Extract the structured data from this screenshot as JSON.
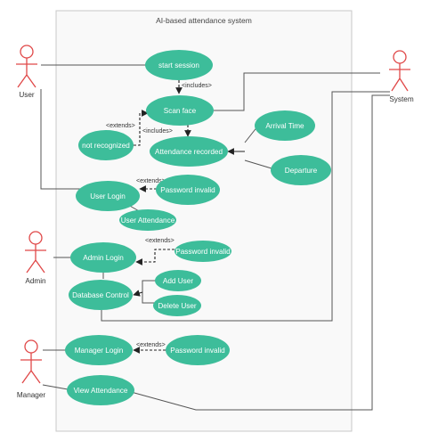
{
  "diagram": {
    "title": "AI-based attendance system",
    "colors": {
      "usecase_fill": "#3dbd9a",
      "actor_stroke": "#e04848",
      "line": "#555555",
      "boundary": "#c8c8c8"
    },
    "actors": {
      "user": "User",
      "system": "System",
      "admin": "Admin",
      "manager": "Manager"
    },
    "use_cases": {
      "start_session": "start session",
      "scan_face": "Scan face",
      "not_recognized": "not recognized",
      "attendance_recorded": "Attendance recorded",
      "arrival_time": "Arrival Time",
      "departure": "Departure",
      "user_login": "User Login",
      "password_invalid_user": "Password invalid",
      "user_attendance": "User Attendance",
      "admin_login": "Admin Login",
      "password_invalid_admin": "Password invalid",
      "database_control": "Database Control",
      "add_user": "Add User",
      "delete_user": "Delete User",
      "manager_login": "Manager Login",
      "password_invalid_manager": "Password invalid",
      "view_attendance": "View Attendance"
    },
    "relations": {
      "includes_1": "<includes>",
      "includes_2": "<includes>",
      "extends_scan": "<extends>",
      "extends_user": "<extends>",
      "extends_admin": "<extends>",
      "extends_manager": "<extends>"
    }
  }
}
